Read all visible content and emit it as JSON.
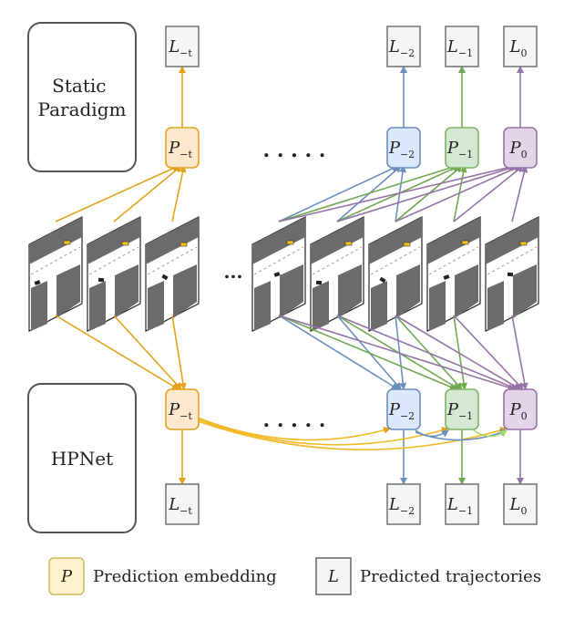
{
  "paradigms": {
    "static": "Static\nParadigm",
    "hpnet": "HPNet"
  },
  "ellipsis": ". . . . .",
  "frame_ellipsis": "...",
  "embedding_symbol": "P",
  "trajectory_symbol": "L",
  "steps": [
    {
      "sub": "−t",
      "fill": "#fde7cd",
      "stroke": "#e3a21a",
      "arrow": "#e3a21a"
    },
    {
      "sub": "−2",
      "fill": "#dce8fb",
      "stroke": "#6c8ebf",
      "arrow": "#6c8ebf"
    },
    {
      "sub": "−1",
      "fill": "#d5e8d4",
      "stroke": "#82b366",
      "arrow": "#6fa850"
    },
    {
      "sub": "0",
      "fill": "#e1d5e7",
      "stroke": "#9673a6",
      "arrow": "#9673a6"
    }
  ],
  "legend": {
    "embedding_label": "Prediction embedding",
    "trajectory_label": "Predicted trajectories"
  },
  "colors": {
    "trajectory_fill": "#f5f5f5",
    "trajectory_stroke": "#666666",
    "road_dark": "#6b6b6b",
    "car": "#f0c419"
  }
}
